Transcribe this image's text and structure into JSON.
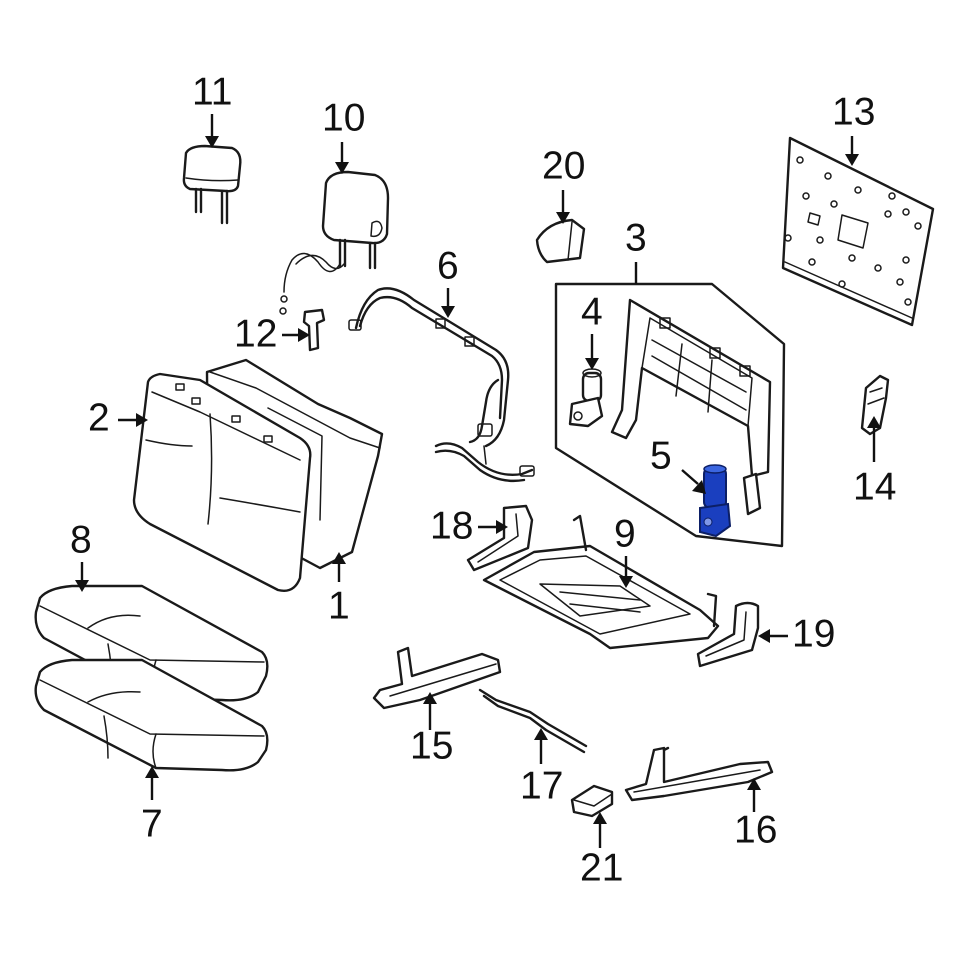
{
  "diagram": {
    "highlight_color": "#1a3fbf",
    "line_color": "#1a1a1a",
    "highlighted_part": "5",
    "callouts": [
      {
        "id": "1",
        "label": "1"
      },
      {
        "id": "2",
        "label": "2"
      },
      {
        "id": "3",
        "label": "3"
      },
      {
        "id": "4",
        "label": "4"
      },
      {
        "id": "5",
        "label": "5"
      },
      {
        "id": "6",
        "label": "6"
      },
      {
        "id": "7",
        "label": "7"
      },
      {
        "id": "8",
        "label": "8"
      },
      {
        "id": "9",
        "label": "9"
      },
      {
        "id": "10",
        "label": "10"
      },
      {
        "id": "11",
        "label": "11"
      },
      {
        "id": "12",
        "label": "12"
      },
      {
        "id": "13",
        "label": "13"
      },
      {
        "id": "14",
        "label": "14"
      },
      {
        "id": "15",
        "label": "15"
      },
      {
        "id": "16",
        "label": "16"
      },
      {
        "id": "17",
        "label": "17"
      },
      {
        "id": "18",
        "label": "18"
      },
      {
        "id": "19",
        "label": "19"
      },
      {
        "id": "20",
        "label": "20"
      },
      {
        "id": "21",
        "label": "21"
      }
    ]
  }
}
